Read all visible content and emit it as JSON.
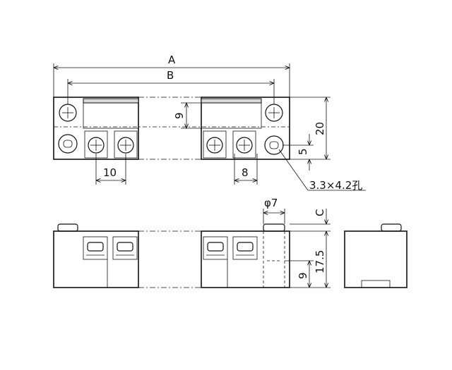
{
  "dimensions": {
    "overall_length": "A",
    "mount_pitch": "B",
    "height_9": "9",
    "width_20": "20",
    "offset_5": "5",
    "pitch_10": "10",
    "pitch_8": "8",
    "hole_spec": "3.3×4.2孔",
    "phi7": "φ7",
    "screw_c": "C",
    "height_17_5": "17.5",
    "side_9": "9"
  },
  "colors": {
    "line": "#111111",
    "background": "#ffffff",
    "insulator": "#d9d9d9"
  }
}
